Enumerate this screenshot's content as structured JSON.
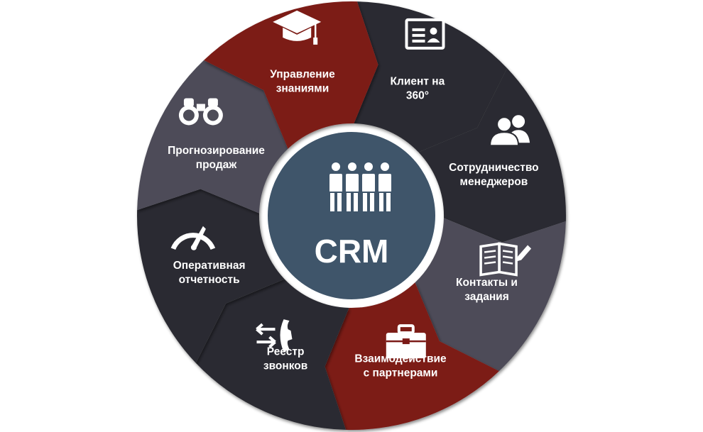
{
  "center": {
    "title": "CRM",
    "icon": "team-icon"
  },
  "colors": {
    "red": "#7b1a17",
    "dark": "#2b2c32",
    "gray": "#4d4c58",
    "center": "#3f556a"
  },
  "segments": [
    {
      "line1": "Клиент на",
      "line2": "360°",
      "icon": "contact-card-icon",
      "color": "dark"
    },
    {
      "line1": "Сотрудничество",
      "line2": "менеджеров",
      "icon": "people-icon",
      "color": "dark"
    },
    {
      "line1": "Контакты и",
      "line2": "задания",
      "icon": "notebook-pencil-icon",
      "color": "gray"
    },
    {
      "line1": "Взаимодействие",
      "line2": "с партнерами",
      "icon": "briefcase-icon",
      "color": "red"
    },
    {
      "line1": "Реестр",
      "line2": "звонков",
      "icon": "phone-transfer-icon",
      "color": "dark"
    },
    {
      "line1": "Оперативная",
      "line2": "отчетность",
      "icon": "gauge-icon",
      "color": "dark"
    },
    {
      "line1": "Прогнозирование",
      "line2": "продаж",
      "icon": "binoculars-icon",
      "color": "gray"
    },
    {
      "line1": "Управление",
      "line2": "знаниями",
      "icon": "graduation-cap-icon",
      "color": "red"
    }
  ]
}
